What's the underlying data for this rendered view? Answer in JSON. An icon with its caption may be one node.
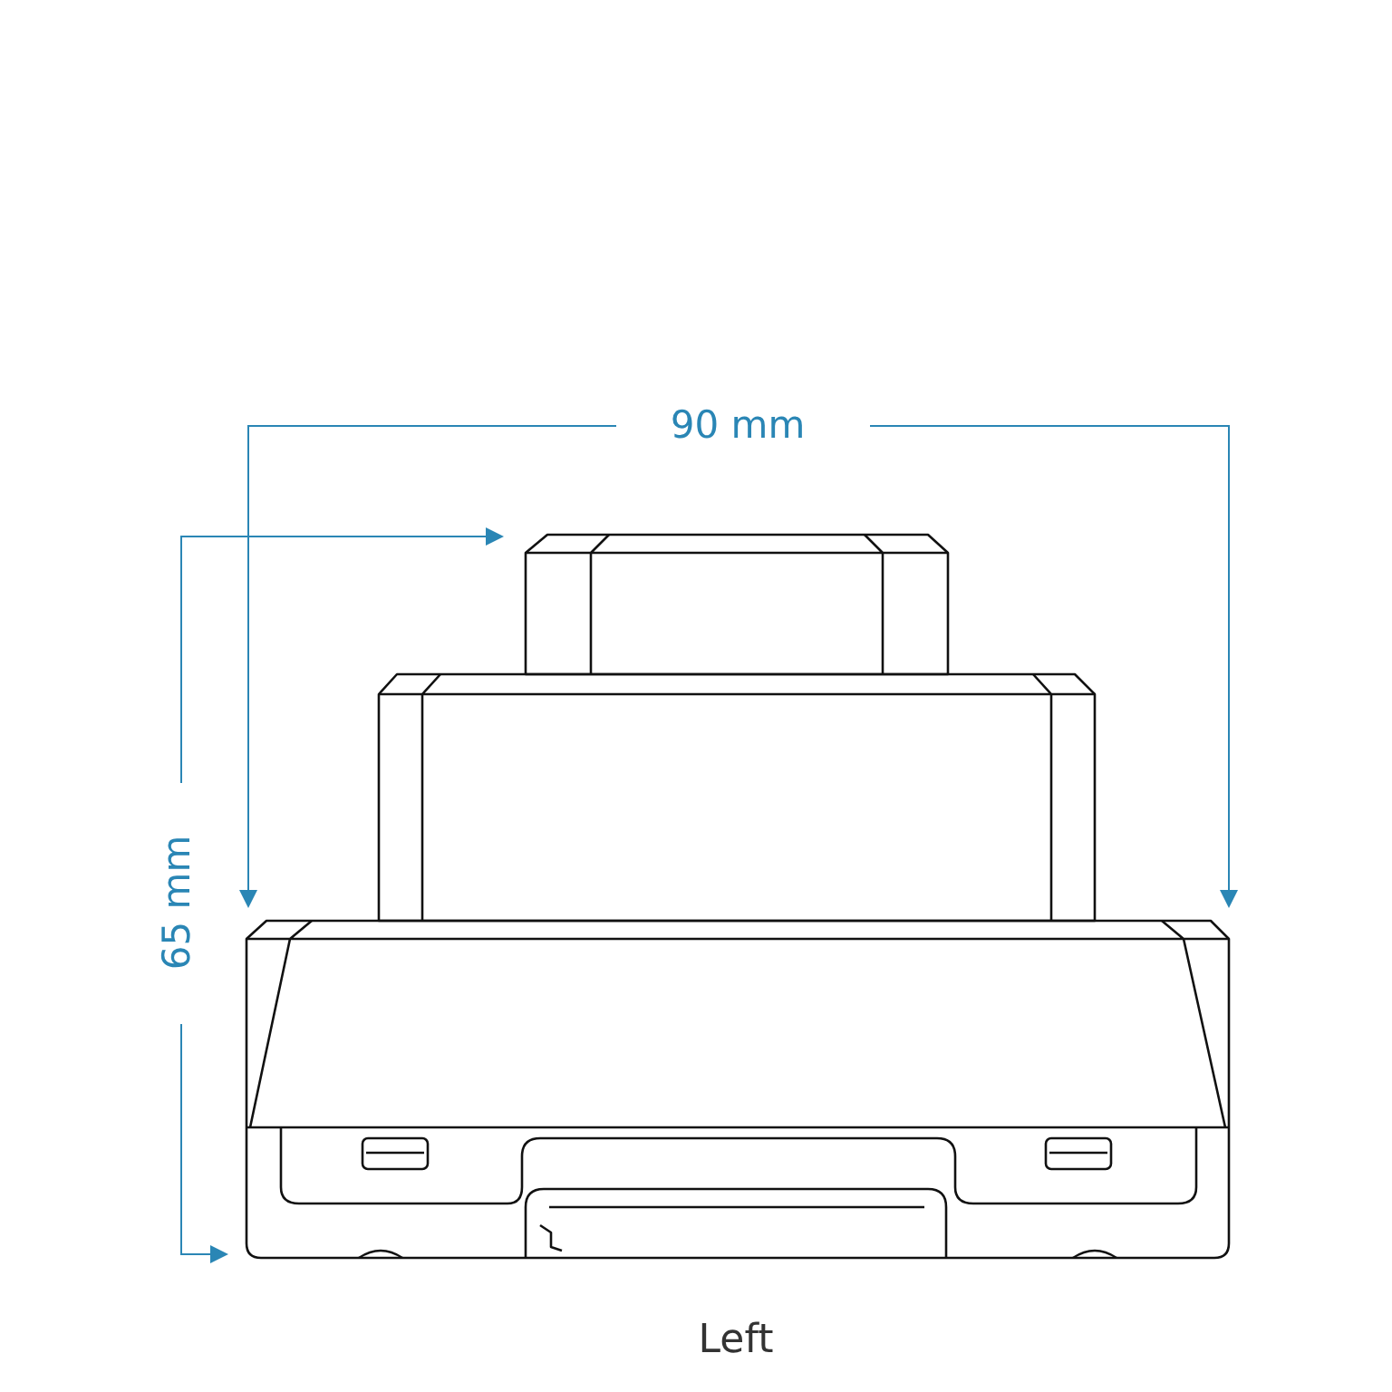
{
  "diagram": {
    "caption": "Left",
    "labels": [
      "90 mm",
      "65 mm"
    ]
  }
}
